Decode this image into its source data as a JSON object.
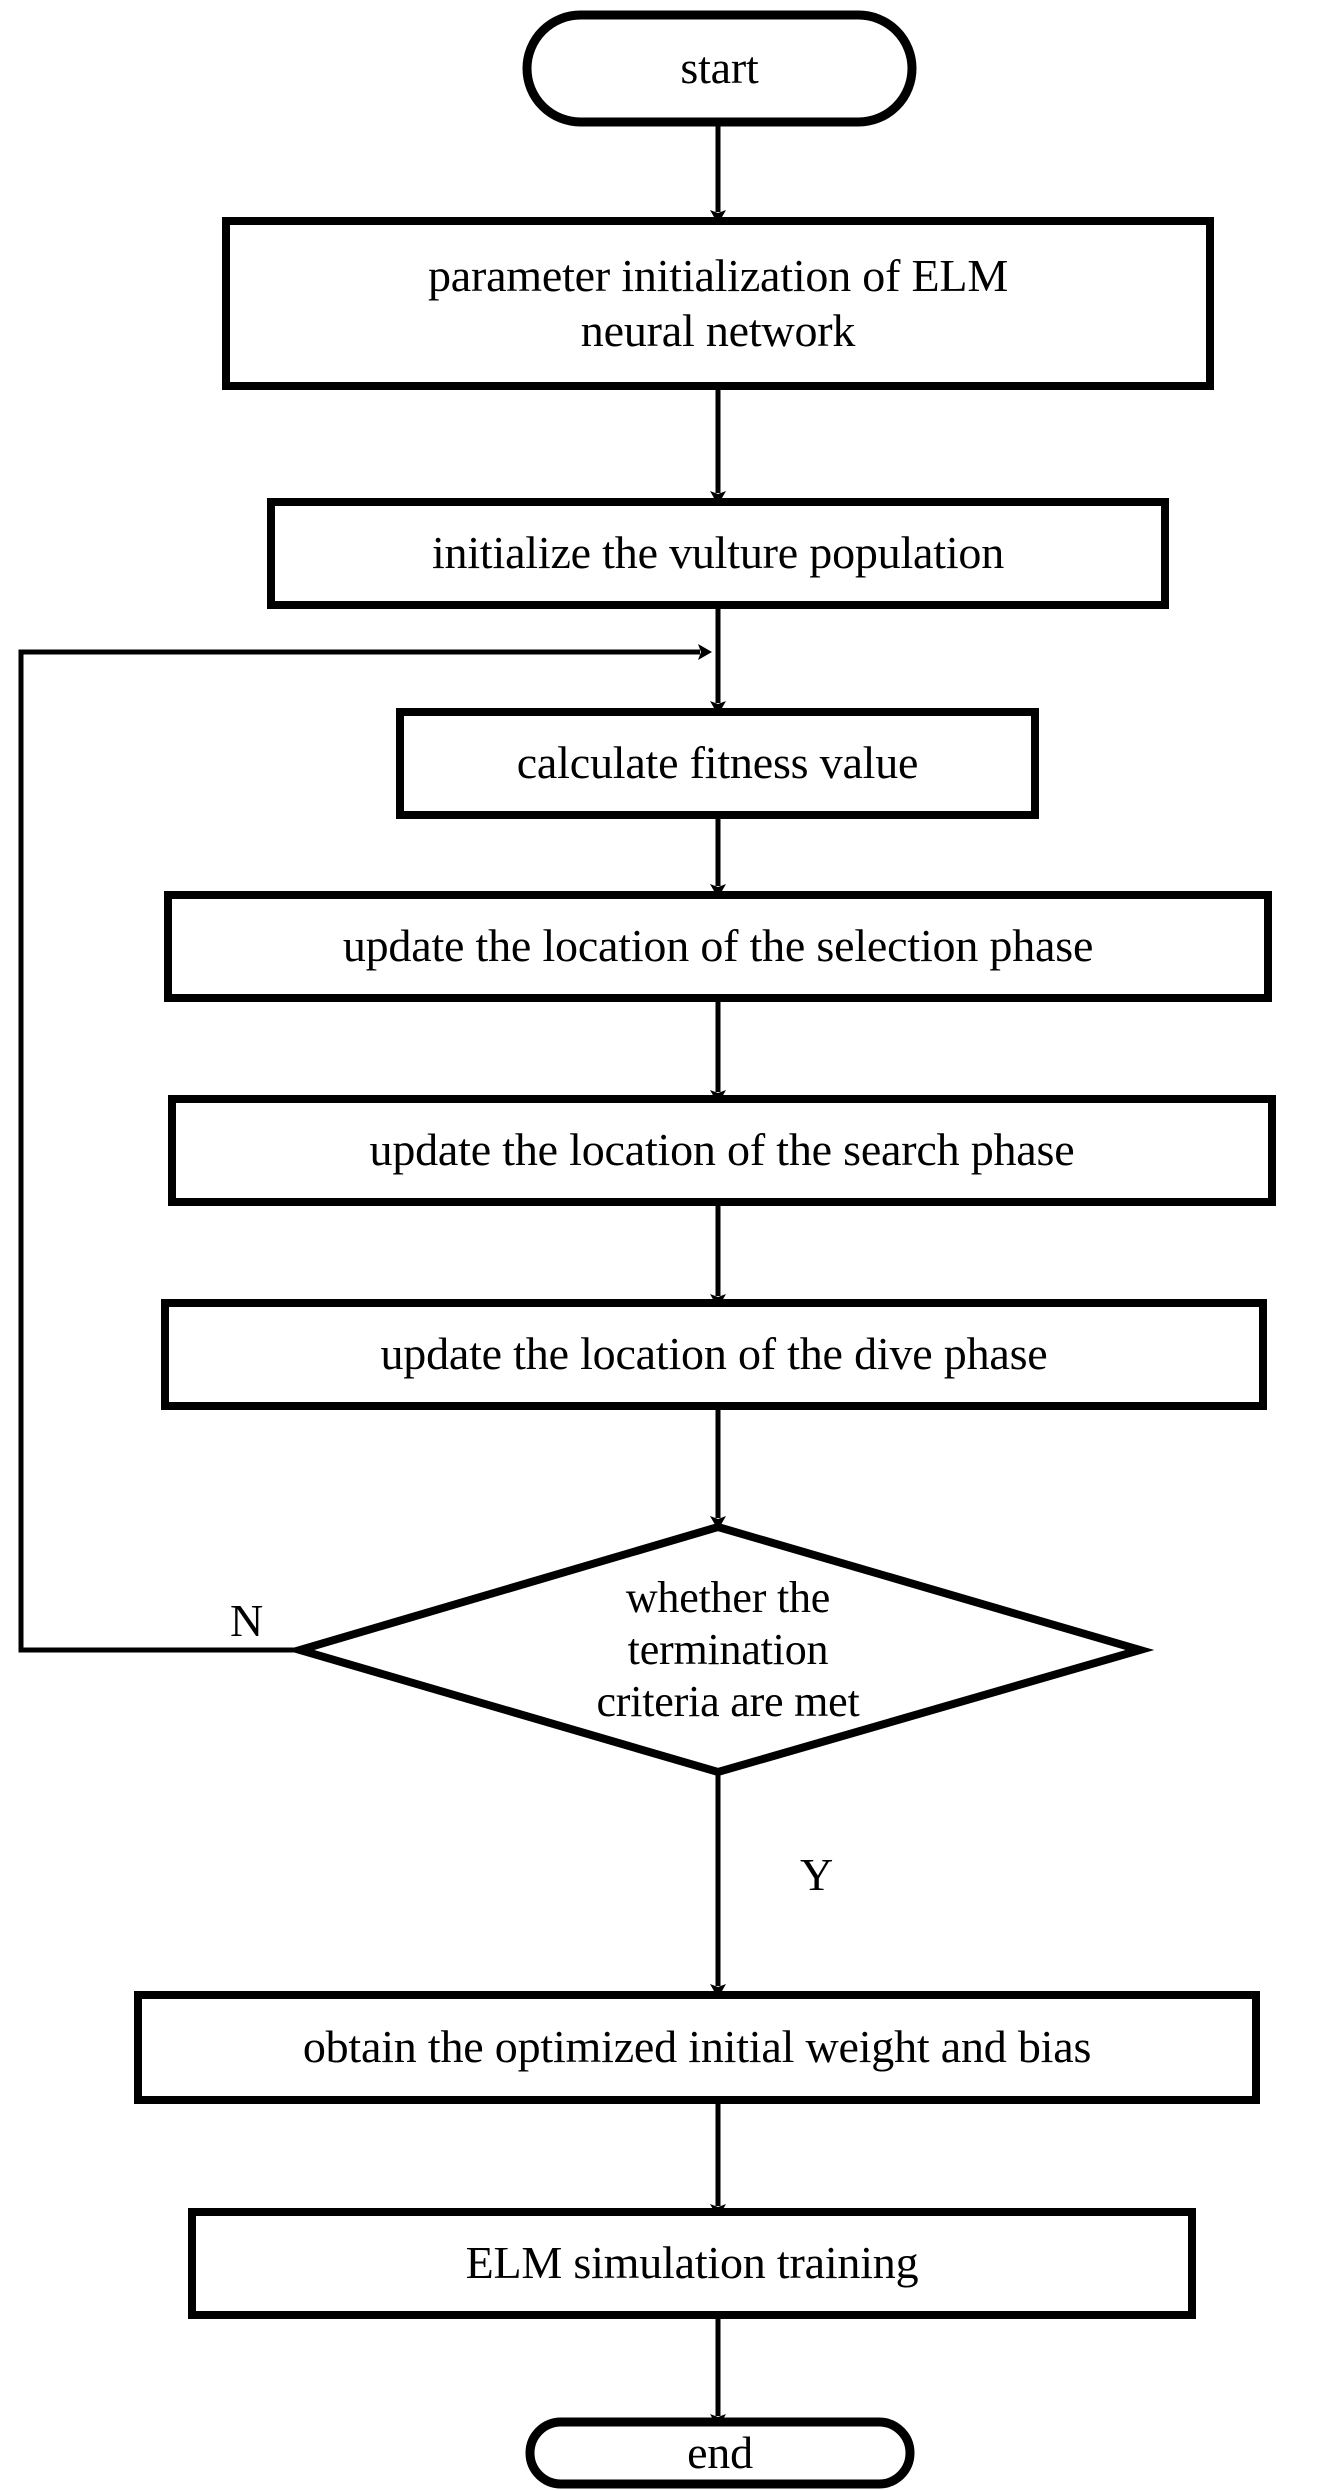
{
  "diagram": {
    "title": "ELM neural network optimized by vulture optimization algorithm flowchart",
    "type": "flowchart",
    "background_color": "#ffffff",
    "stroke_color": "#000000",
    "text_color": "#000000"
  },
  "nodes": {
    "start": {
      "label": "start",
      "shape": "terminator"
    },
    "param_init": {
      "label": "parameter initialization of ELM\nneural network",
      "shape": "process"
    },
    "init_population": {
      "label": "initialize the vulture population",
      "shape": "process"
    },
    "fitness": {
      "label": "calculate fitness value",
      "shape": "process"
    },
    "selection_phase": {
      "label": "update the location of the selection phase",
      "shape": "process"
    },
    "search_phase": {
      "label": "update the location of the search phase",
      "shape": "process"
    },
    "dive_phase": {
      "label": "update the location of the dive phase",
      "shape": "process"
    },
    "decision": {
      "label": "whether the\ntermination\ncriteria are met",
      "shape": "decision"
    },
    "obtain_weights": {
      "label": "obtain the optimized initial weight and bias",
      "shape": "process"
    },
    "elm_training": {
      "label": "ELM simulation training",
      "shape": "process"
    },
    "end": {
      "label": "end",
      "shape": "terminator"
    }
  },
  "edge_labels": {
    "no_branch": "N",
    "yes_branch": "Y"
  }
}
